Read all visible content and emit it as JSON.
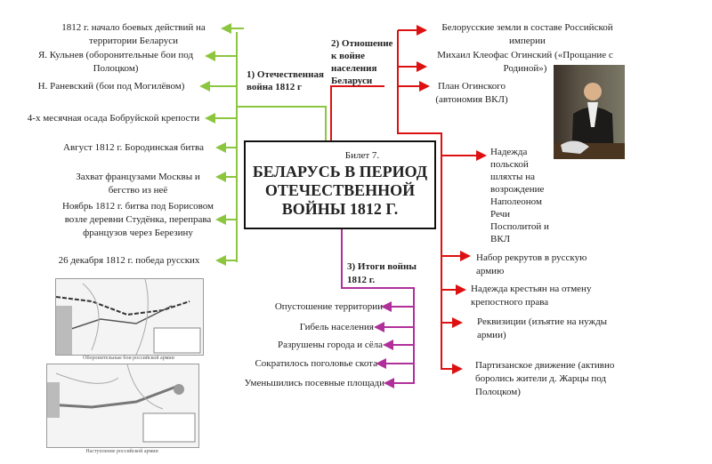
{
  "center": {
    "ticket": "Билет 7.",
    "title": "БЕЛАРУСЬ В ПЕРИОД ОТЕЧЕСТВЕННОЙ ВОЙНЫ 1812 Г."
  },
  "branch1": {
    "label": "1) Отечественная война 1812 г",
    "color": "#8cc63f",
    "items": [
      "1812 г. начало боевых действий на территории Беларуси",
      "Я. Кульнев (оборонительные бои под Полоцком)",
      "Н. Раневский (бои под Могилёвом)",
      "4-х месячная осада Бобруйской крепости",
      "Август 1812 г. Бородинская битва",
      "Захват французами Москвы и бегство из неё",
      "Ноябрь 1812 г. битва под Борисовом возле деревни Студёнка, переправа французов через Березину",
      "26 декабря 1812 г. победа русских"
    ]
  },
  "branch2": {
    "label": "2) Отношение к войне населения Беларуси",
    "color": "#dd1111",
    "items": [
      "Белорусские земли в составе Российской империи",
      "Михаил Клеофас Огинский («Прощание с Родиной»)",
      "План Огинского (автономия ВКЛ)",
      "Надежда польской шляхты на возрождение Наполеоном Речи Посполитой и ВКЛ",
      "Набор рекрутов в русскую армию",
      "Надежда крестьян на отмену крепостного права",
      "Реквизиции (изъятие на нужды армии)",
      "Партизанское движение (активно боролись жители д. Жарцы под Полоцком)"
    ]
  },
  "branch3": {
    "label": "3) Итоги войны 1812 г.",
    "color": "#b0309a",
    "items": [
      "Опустошение территории",
      "Гибель населения",
      "Разрушены города и сёла",
      "Сократилось поголовье скота",
      "Уменьшились посевные площади"
    ]
  },
  "maps": {
    "top_caption": "Оборонительные бои российской армии",
    "bottom_caption": "Наступление российской армии"
  }
}
